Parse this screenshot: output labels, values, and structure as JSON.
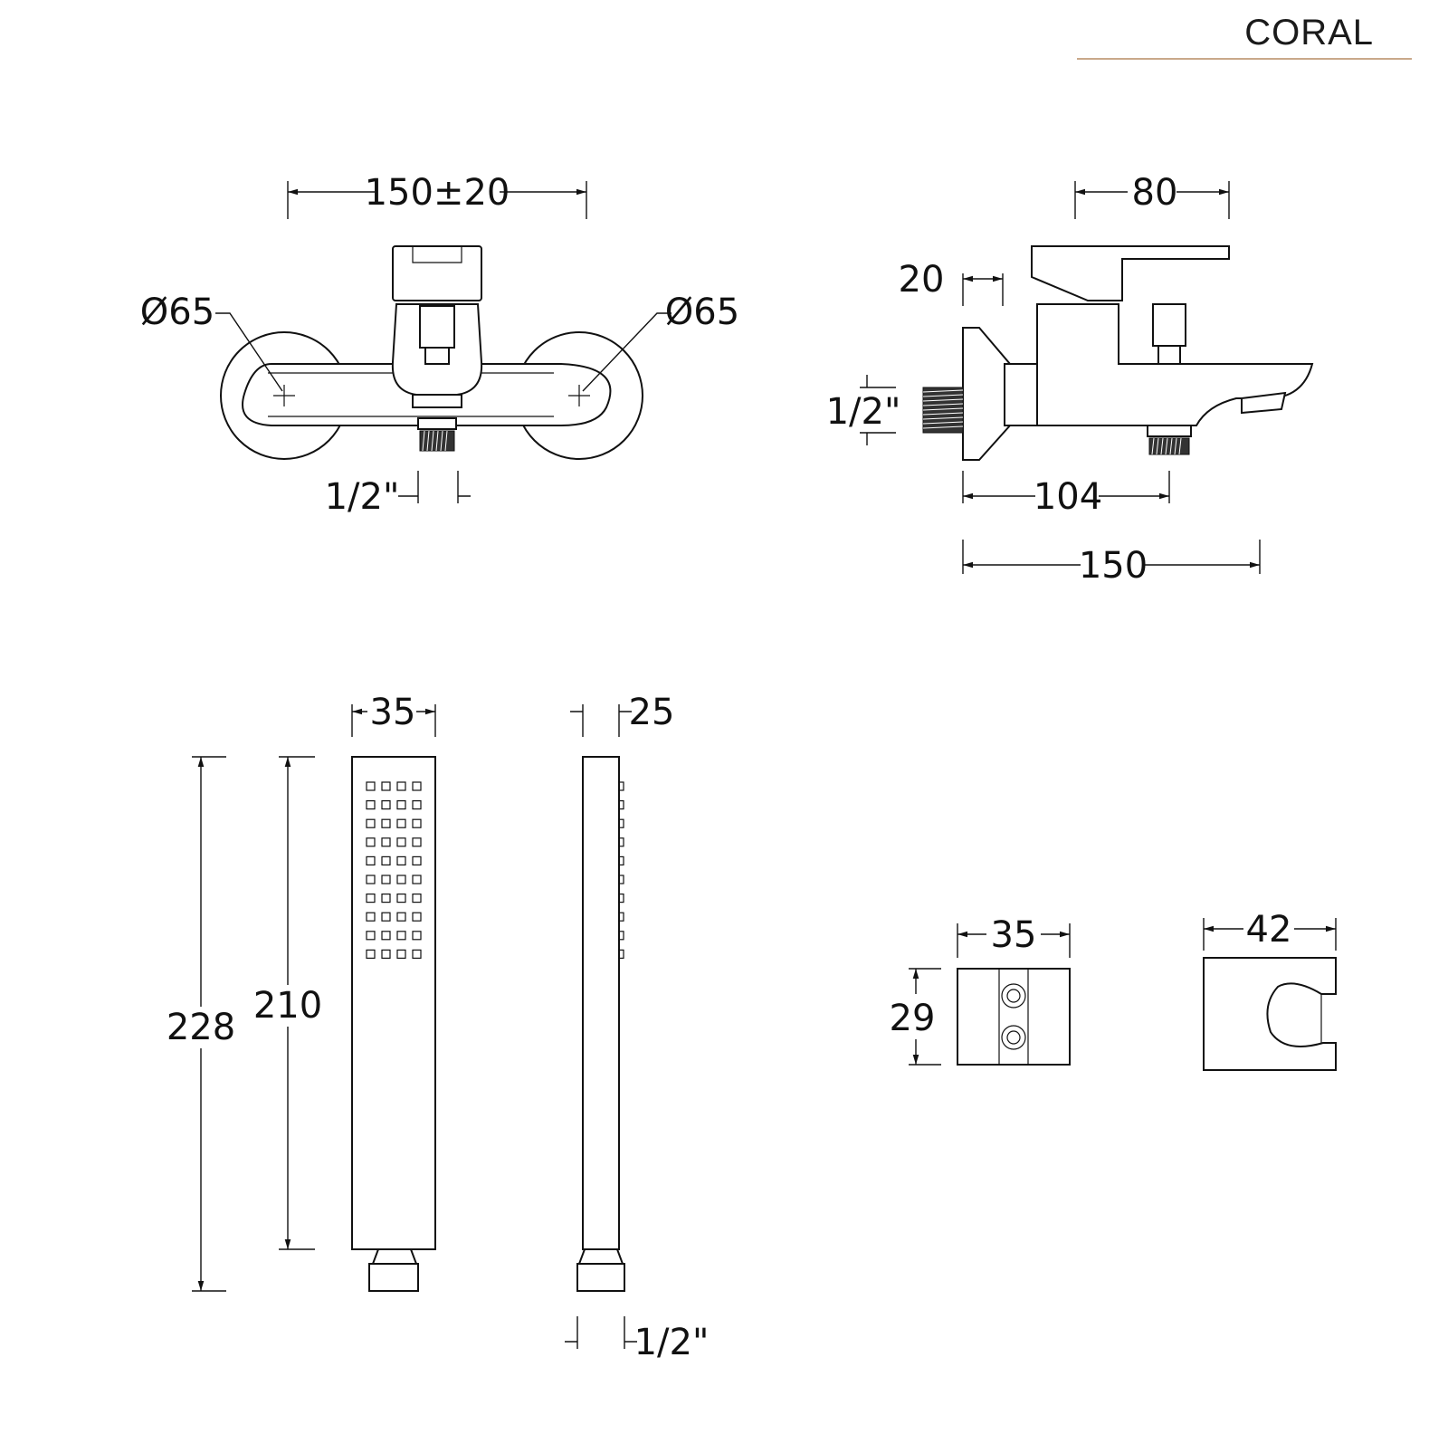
{
  "header": {
    "brand": "CORAL",
    "accent_color": "#c9a98a"
  },
  "dimensions": {
    "mixer_front": {
      "width": "150±20",
      "left_diameter": "Ø65",
      "right_diameter": "Ø65",
      "outlet": "1/2\""
    },
    "mixer_side": {
      "handle_length": "80",
      "inlet_offset": "20",
      "inlet": "1/2\"",
      "spout_to_outlet": "104",
      "total_depth": "150"
    },
    "hand_shower": {
      "width": "35",
      "side_depth": "25",
      "total_length": "228",
      "head_length": "210",
      "connection": "1/2\""
    },
    "wall_bracket": {
      "width": "35",
      "height": "29"
    },
    "shower_holder": {
      "width": "42"
    }
  }
}
